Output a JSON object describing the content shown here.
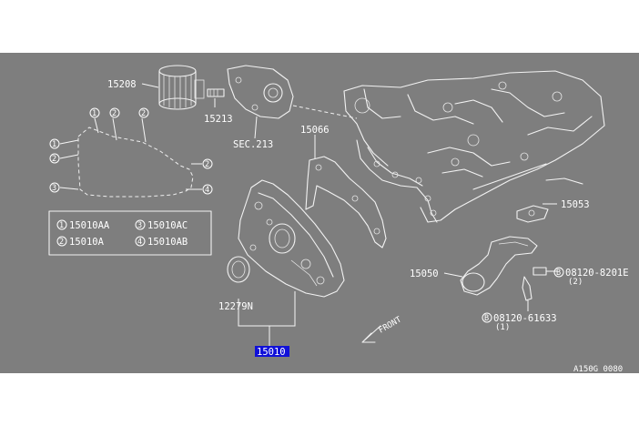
{
  "parts": {
    "oil_filter": "15208",
    "oil_filter_fitting": "15213",
    "section_ref": "SEC.213",
    "pump_gasket": "15066",
    "strainer_gasket": "15053",
    "oil_strainer": "15050",
    "front_seal": "12279N",
    "oil_pump_assy": "15010",
    "bolt_upper_callout": "B",
    "bolt_upper": "08120-8201E",
    "bolt_upper_qty": "(2)",
    "bolt_lower_callout": "B",
    "bolt_lower": "08120-61633",
    "bolt_lower_qty": "(1)"
  },
  "bolt_legend": {
    "items": [
      {
        "num": "1",
        "code": "15010AA"
      },
      {
        "num": "3",
        "code": "15010AC"
      },
      {
        "num": "2",
        "code": "15010A"
      },
      {
        "num": "4",
        "code": "15010AB"
      }
    ]
  },
  "gasket_outline_markers": [
    "1",
    "2",
    "2",
    "1",
    "2",
    "3",
    "2",
    "4"
  ],
  "direction_label": "FRONT",
  "figure_code": "A150G 0080",
  "colors": {
    "background": "#7e7e7e",
    "line_art": "#f2f2f2",
    "selection": "#1010d8"
  }
}
